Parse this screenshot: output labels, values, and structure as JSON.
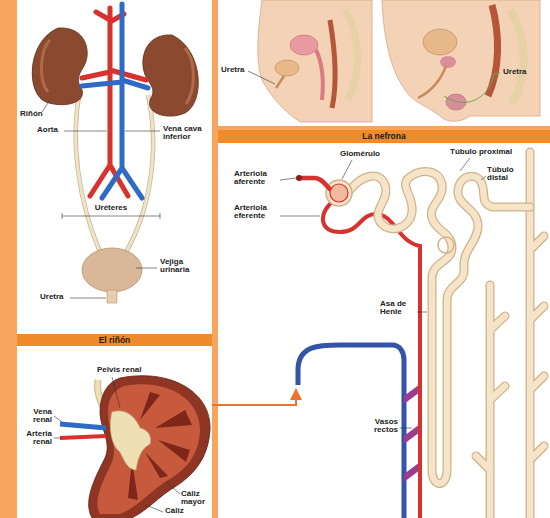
{
  "diagram": {
    "nodes": [
      {
        "text": [
          "La nefrona"
        ]
      },
      {
        "text": [
          "El riñón"
        ]
      }
    ],
    "labels": [
      "Riñón",
      "Aorta",
      "Vena cava inferior",
      "Uréteres",
      "Vejiga urinaria",
      "Uretra",
      "Uretra",
      "Uretra",
      "Glomérulo",
      "Túbulo proximal",
      "Túbulo distal",
      "Arteriola aferente",
      "Arteriola eferente",
      "Asa de Henle",
      "Vasos rectos",
      "Pelvis renal",
      "Vena renal",
      "Arteria renal",
      "Cáliz mayor",
      "Cáliz"
    ]
  }
}
